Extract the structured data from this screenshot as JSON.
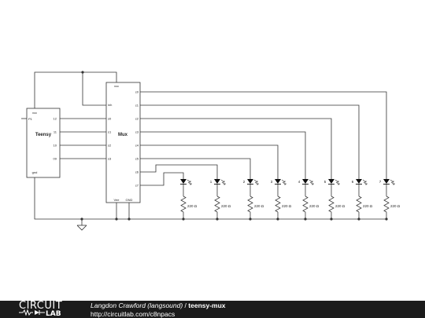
{
  "schematic": {
    "teensy": {
      "label": "Teensy",
      "pin_vcc": "vcc",
      "pin_gnd": "gnd",
      "pin_p1": "P1",
      "pins_right": [
        "12",
        "11",
        "10",
        "09"
      ]
    },
    "mux": {
      "label": "Mux",
      "pin_vcc": "vcc",
      "pin_inh": "inh",
      "pin_vee": "Vee",
      "pin_gnd": "GND",
      "pins_left": [
        "s0",
        "s1",
        "s2",
        "s3"
      ],
      "pins_right": [
        "c0",
        "c1",
        "c2",
        "c3",
        "c4",
        "c5",
        "c6",
        "c7"
      ]
    },
    "leds": [
      "",
      "1",
      "2",
      "3",
      "4",
      "5",
      "6",
      "7"
    ],
    "resistor_value": "220 Ω"
  },
  "footer": {
    "logo_top": "CIRCUIT",
    "logo_bottom": "LAB",
    "author": "Langdon Crawford (langsound)",
    "separator": " / ",
    "slug": "teensy-mux",
    "url": "http://circuitlab.com/c8npacs"
  }
}
